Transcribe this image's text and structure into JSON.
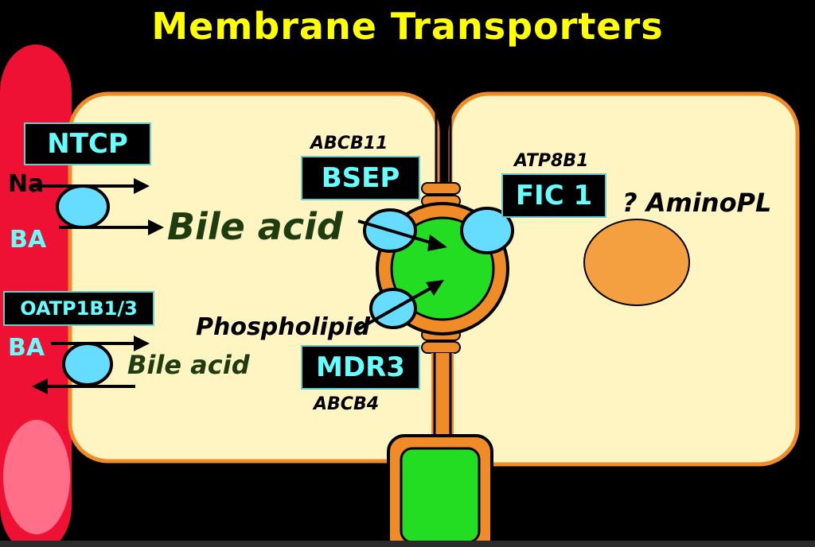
{
  "title": "Membrane Transporters",
  "labels": {
    "ntcp": "NTCP",
    "na": "Na",
    "ba_top": "BA",
    "bile_acid_large": "Bile acid",
    "oatp": "OATP1B1/3",
    "ba_bottom": "BA",
    "bile_acid_small": "Bile acid",
    "abcb11": "ABCB11",
    "bsep": "BSEP",
    "atp8b1": "ATP8B1",
    "fic1": "FIC 1",
    "aminopl": "? AminoPL",
    "phospholipid": "Phospholipid",
    "mdr3": "MDR3",
    "abcb4": "ABCB4"
  },
  "colors": {
    "background": "#000000",
    "title": "#ffff00",
    "vessel": "#ee1133",
    "vessel_cell": "#ff6f88",
    "hepatocyte_fill": "#fff5c2",
    "hepatocyte_border": "#f08c28",
    "canaliculus": "#22dd22",
    "transporter": "#66ddff",
    "nucleus": "#f5a040",
    "label_text": "#66ffff"
  }
}
